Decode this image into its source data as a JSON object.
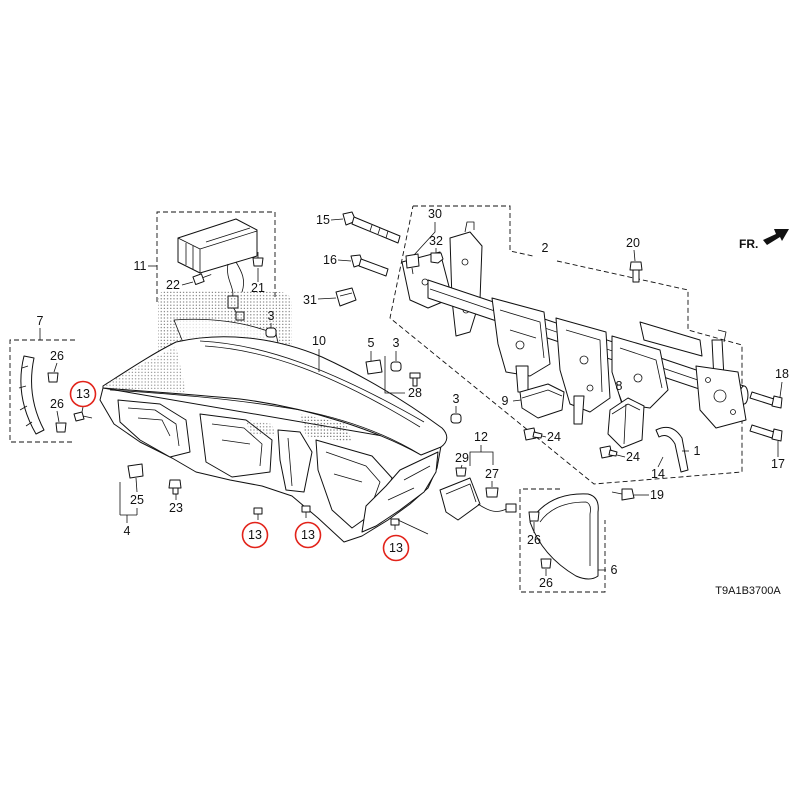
{
  "diagram": {
    "code": "T9A1B3700A",
    "front_label": "FR.",
    "front_arrow_icon": "block-arrow-icon",
    "highlight_color": "#e2231a",
    "line_color": "#111111",
    "callouts": [
      {
        "number": "15"
      },
      {
        "number": "30"
      },
      {
        "number": "32"
      },
      {
        "number": "2"
      },
      {
        "number": "20"
      },
      {
        "number": "11"
      },
      {
        "number": "22"
      },
      {
        "number": "21"
      },
      {
        "number": "16"
      },
      {
        "number": "31"
      },
      {
        "number": "3"
      },
      {
        "number": "7"
      },
      {
        "number": "10"
      },
      {
        "number": "5"
      },
      {
        "number": "3"
      },
      {
        "number": "26"
      },
      {
        "number": "18"
      },
      {
        "number": "8"
      },
      {
        "number": "13",
        "highlighted": true
      },
      {
        "number": "26"
      },
      {
        "number": "28"
      },
      {
        "number": "9"
      },
      {
        "number": "3"
      },
      {
        "number": "1"
      },
      {
        "number": "17"
      },
      {
        "number": "12"
      },
      {
        "number": "24"
      },
      {
        "number": "24"
      },
      {
        "number": "29"
      },
      {
        "number": "27"
      },
      {
        "number": "14"
      },
      {
        "number": "25"
      },
      {
        "number": "23"
      },
      {
        "number": "19"
      },
      {
        "number": "4"
      },
      {
        "number": "13",
        "highlighted": true
      },
      {
        "number": "13",
        "highlighted": true
      },
      {
        "number": "13",
        "highlighted": true
      },
      {
        "number": "26"
      },
      {
        "number": "6"
      },
      {
        "number": "26"
      }
    ]
  }
}
